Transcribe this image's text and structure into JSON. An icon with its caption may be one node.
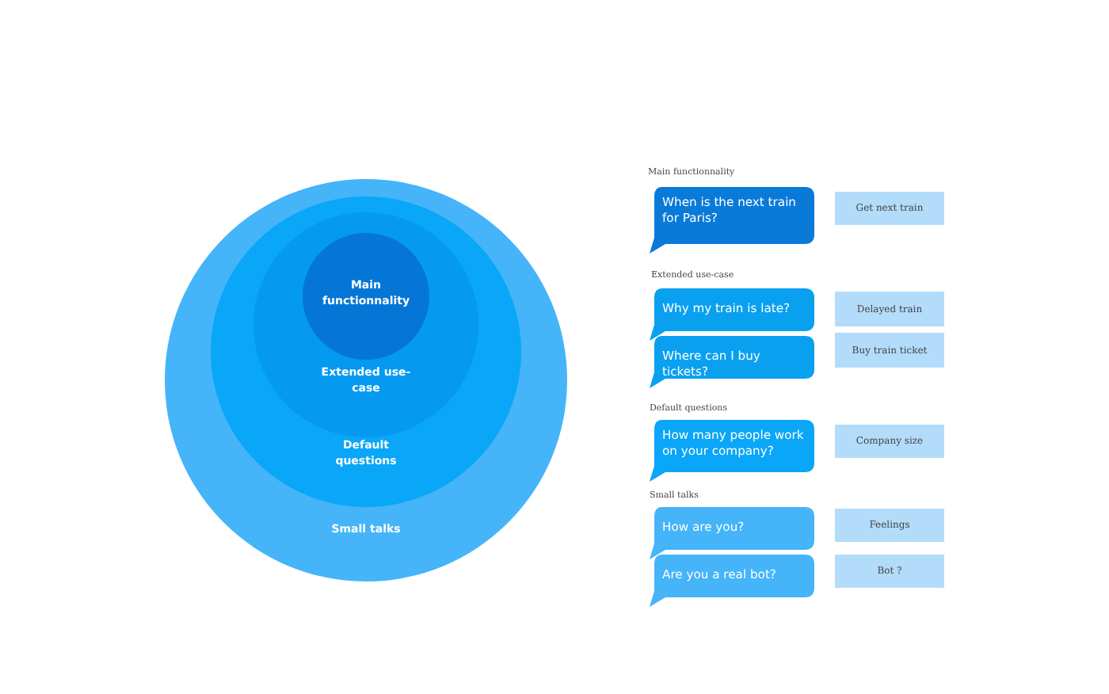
{
  "diagram": {
    "nodes": [
      {
        "text": [
          "Small talks"
        ]
      },
      {
        "text": [
          "Default questions"
        ],
        "in": 0
      },
      {
        "text": [
          "Extended use-case"
        ],
        "in": 1
      },
      {
        "text": [
          "Main functionnality"
        ],
        "in": 2
      },
      {
        "text": [
          "When is the next train for Paris?"
        ]
      },
      {
        "text": [
          "Get next train"
        ]
      },
      {
        "text": [
          "Why my train is late?"
        ]
      },
      {
        "text": [
          "Delayed train"
        ]
      },
      {
        "text": [
          "Where can I buy tickets?"
        ]
      },
      {
        "text": [
          "Buy train ticket"
        ]
      },
      {
        "text": [
          "How many people work on your company?"
        ]
      },
      {
        "text": [
          "Company size"
        ]
      },
      {
        "text": [
          "How are you?"
        ]
      },
      {
        "text": [
          "Feelings"
        ]
      },
      {
        "text": [
          "Are you a real bot?"
        ]
      },
      {
        "text": [
          "Bot ?"
        ]
      }
    ],
    "edges": [],
    "labels": [
      "Main functionnality",
      "Extended use-case",
      "Default questions",
      "Small talks"
    ]
  }
}
